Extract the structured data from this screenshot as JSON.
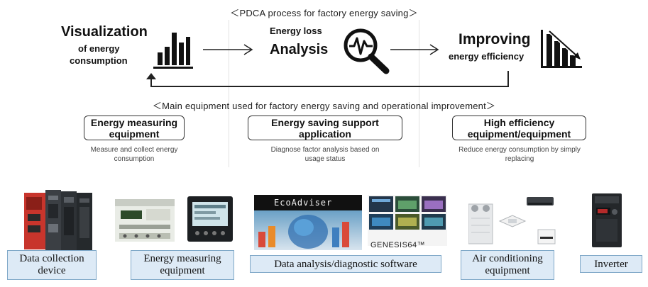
{
  "pdca_title": "＜PDCA process for factory energy saving＞",
  "steps": {
    "visualization": {
      "title": "Visualization",
      "sub1": "of energy",
      "sub2": "consumption"
    },
    "analysis": {
      "small": "Energy loss",
      "big": "Analysis"
    },
    "improving": {
      "title": "Improving",
      "sub": "energy efficiency"
    }
  },
  "main_title": "＜Main equipment used for factory energy saving and operational improvement＞",
  "categories": [
    {
      "label_line1": "Energy measuring",
      "label_line2": "equipment",
      "desc_line1": "Measure and collect energy",
      "desc_line2": "consumption"
    },
    {
      "label_line1": "Energy saving support",
      "label_line2": "application",
      "desc_line1": "Diagnose factor analysis based on",
      "desc_line2": "usage status"
    },
    {
      "label_line1": "High efficiency",
      "label_line2": "equipment/equipment",
      "desc_line1": "Reduce energy consumption by simply",
      "desc_line2": "replacing"
    }
  ],
  "products": [
    {
      "line1": "Data collection",
      "line2": "device"
    },
    {
      "line1": "Energy measuring",
      "line2": "equipment"
    },
    {
      "line1": "Data analysis/diagnostic software",
      "line2": ""
    },
    {
      "line1": "Air conditioning",
      "line2": "equipment"
    },
    {
      "line1": "Inverter",
      "line2": ""
    }
  ],
  "software": {
    "ecoadviser": "EcoAdviser",
    "genesis": "GENESIS64™"
  },
  "colors": {
    "label_fill": "#ddeaf6",
    "label_border": "#7fa8c8",
    "text": "#111111"
  },
  "icons": [
    "bar-chart-icon",
    "magnifier-waveform-icon",
    "declining-bar-chart-icon"
  ]
}
